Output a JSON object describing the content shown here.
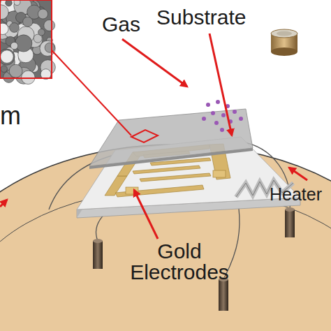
{
  "diagram": {
    "labels": [
      "Gas",
      "Substrate",
      "m",
      "Gold Electrodes",
      "Heater"
    ]
  }
}
